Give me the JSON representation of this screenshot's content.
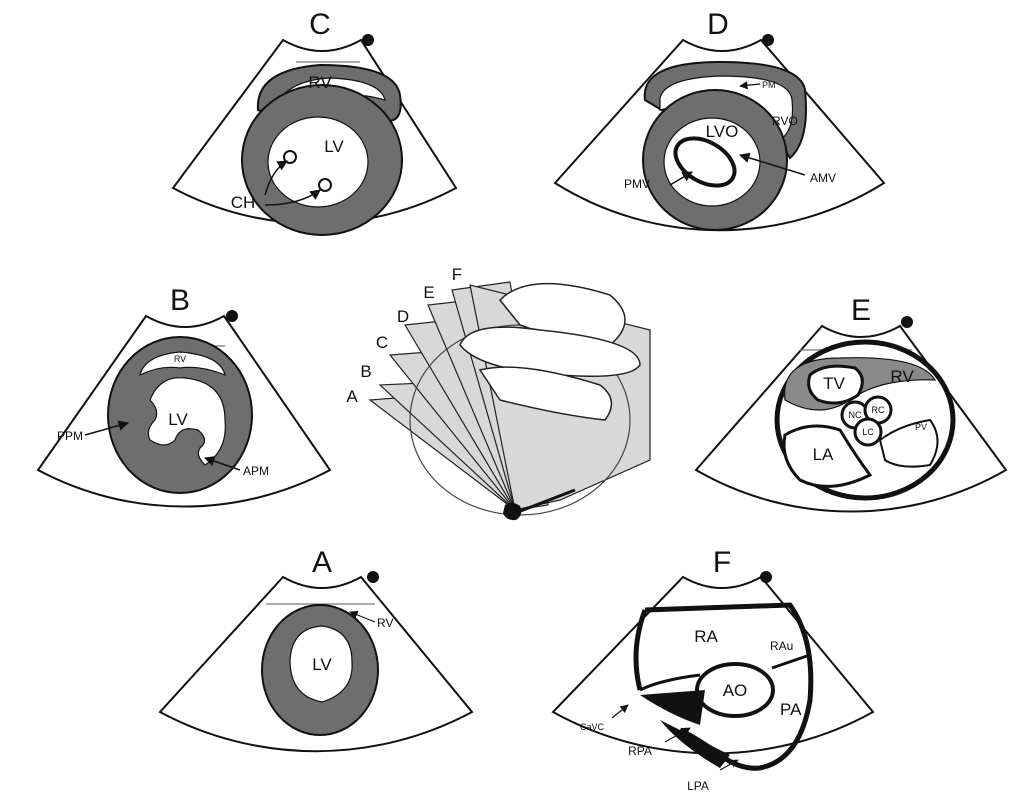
{
  "panels": {
    "C": {
      "title": "C",
      "labels": {
        "rv": "RV",
        "lv": "LV",
        "ch": "CH"
      }
    },
    "D": {
      "title": "D",
      "labels": {
        "pm": "PM",
        "rvo": "RVO",
        "lvo": "LVO",
        "pmv": "PMV",
        "amv": "AMV"
      }
    },
    "B": {
      "title": "B",
      "labels": {
        "rv": "RV",
        "lv": "LV",
        "ppm": "PPM",
        "apm": "APM"
      }
    },
    "E": {
      "title": "E",
      "labels": {
        "tv": "TV",
        "rv": "RV",
        "nc": "NC",
        "rc": "RC",
        "lc": "LC",
        "pv": "PV",
        "la": "LA"
      }
    },
    "A": {
      "title": "A",
      "labels": {
        "rv": "RV",
        "lv": "LV"
      }
    },
    "F": {
      "title": "F",
      "labels": {
        "ra": "RA",
        "rau": "RAu",
        "ao": "AO",
        "pa": "PA",
        "cavc": "CaVC",
        "rpa": "RPA",
        "lpa": "LPA"
      }
    }
  },
  "center": {
    "planes": [
      "A",
      "B",
      "C",
      "D",
      "E",
      "F"
    ]
  },
  "colors": {
    "ink": "#111111",
    "wall": "#6e6e6e",
    "plane": "#d4d4d4",
    "bg": "#ffffff"
  }
}
